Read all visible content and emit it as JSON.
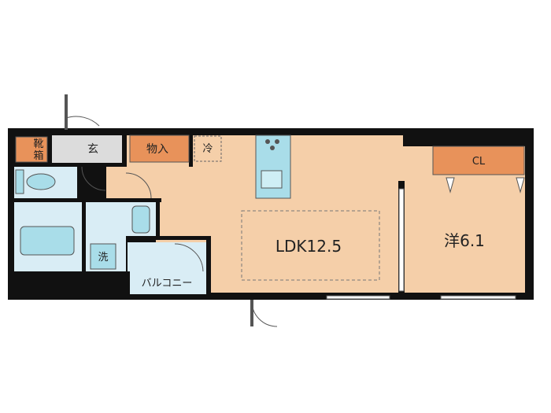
{
  "rooms": {
    "ldk": "LDK12.5",
    "western": "洋6.1",
    "closet": "CL",
    "storage": "物入",
    "entrance": "玄",
    "shoe_box": "靴箱",
    "fridge": "冷",
    "washer": "洗",
    "balcony": "バルコニー"
  },
  "colors": {
    "wall": "#111111",
    "room_floor": "#f5cfa9",
    "wet_area": "#d9edf5",
    "storage_box": "#e8925a",
    "entrance_floor": "#dcdcdc",
    "fixture": "#a9dde9",
    "line": "#555555"
  }
}
